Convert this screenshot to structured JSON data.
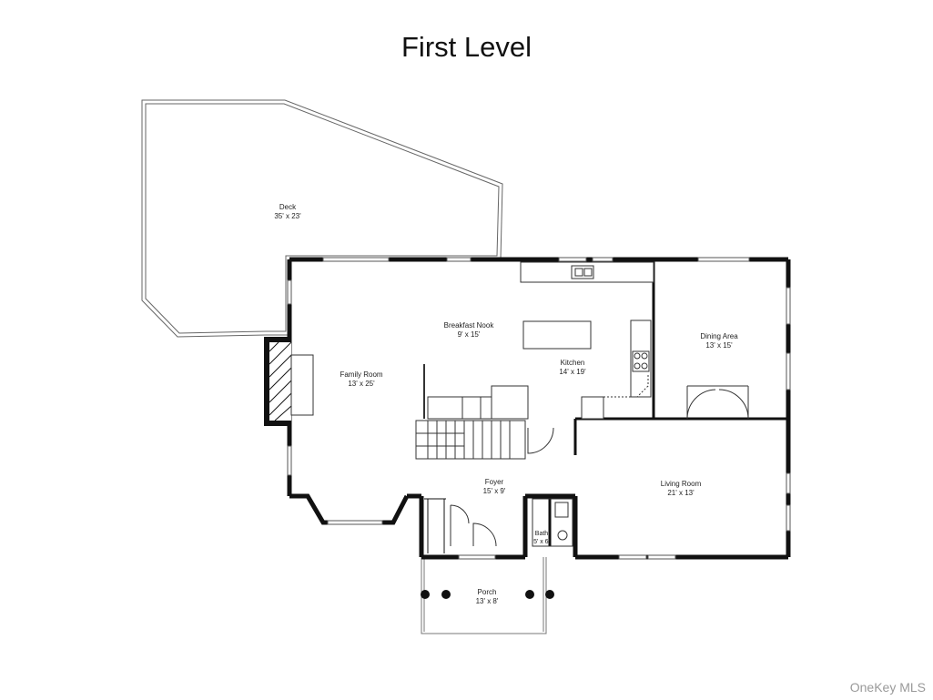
{
  "title": "First Level",
  "watermark": "OneKey MLS",
  "rooms": {
    "deck": {
      "name": "Deck",
      "dims": "35' x 23'"
    },
    "family_room": {
      "name": "Family Room",
      "dims": "13' x 25'"
    },
    "breakfast_nook": {
      "name": "Breakfast Nook",
      "dims": "9' x 15'"
    },
    "kitchen": {
      "name": "Kitchen",
      "dims": "14' x 19'"
    },
    "dining_area": {
      "name": "Dining Area",
      "dims": "13' x 15'"
    },
    "living_room": {
      "name": "Living Room",
      "dims": "21' x 13'"
    },
    "foyer": {
      "name": "Foyer",
      "dims": "15' x 9'"
    },
    "bath": {
      "name": "Bath",
      "dims": "5' x 6'"
    },
    "porch": {
      "name": "Porch",
      "dims": "13' x 8'"
    }
  }
}
